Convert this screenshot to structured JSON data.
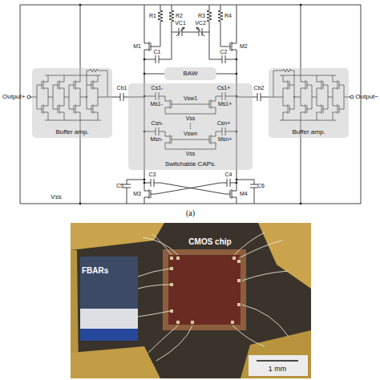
{
  "diagram": {
    "nodes": [
      {
        "text": [
          "Buffer amp."
        ]
      },
      {
        "text": [
          "BAW"
        ]
      },
      {
        "text": [
          "Switchable CAPs."
        ]
      },
      {
        "text": [
          "Buffer amp."
        ]
      }
    ],
    "labels": [
      "Output+",
      "Output−",
      "R1",
      "R2",
      "R3",
      "R4",
      "VC1",
      "VC2",
      "C1",
      "C2",
      "M1",
      "M2",
      "Cb1",
      "Cb2",
      "Cs1-",
      "Cs1+",
      "Vsw1",
      "Ms1-",
      "Ms1+",
      "Vss",
      "Csn-",
      "Csn+",
      "Vswn",
      "Msn-",
      "Msn+",
      "Vss",
      "C3",
      "C4",
      "C5",
      "C6",
      "M3",
      "M4",
      "Vss",
      "(a)",
      "FBARs",
      "CMOS chip",
      "1 mm"
    ]
  }
}
